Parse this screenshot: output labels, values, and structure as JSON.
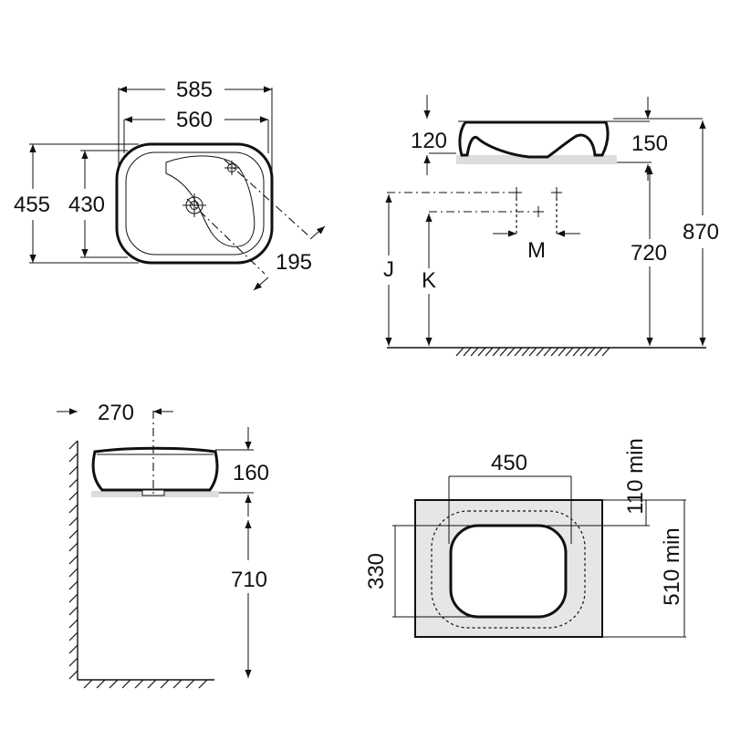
{
  "top_view": {
    "overall_width": "585",
    "inner_width": "560",
    "overall_depth": "455",
    "inner_depth": "430",
    "diagonal": "195"
  },
  "side_view": {
    "rim_left": "120",
    "rim_right": "150",
    "height_total": "870",
    "height_counter": "720",
    "label_j": "J",
    "label_k": "K",
    "label_m": "M"
  },
  "section_view": {
    "wall_offset": "270",
    "basin_height": "160",
    "counter_height": "710"
  },
  "cutout_view": {
    "cutout_width": "450",
    "cutout_depth": "330",
    "min_back": "110 min",
    "min_depth": "510 min"
  }
}
